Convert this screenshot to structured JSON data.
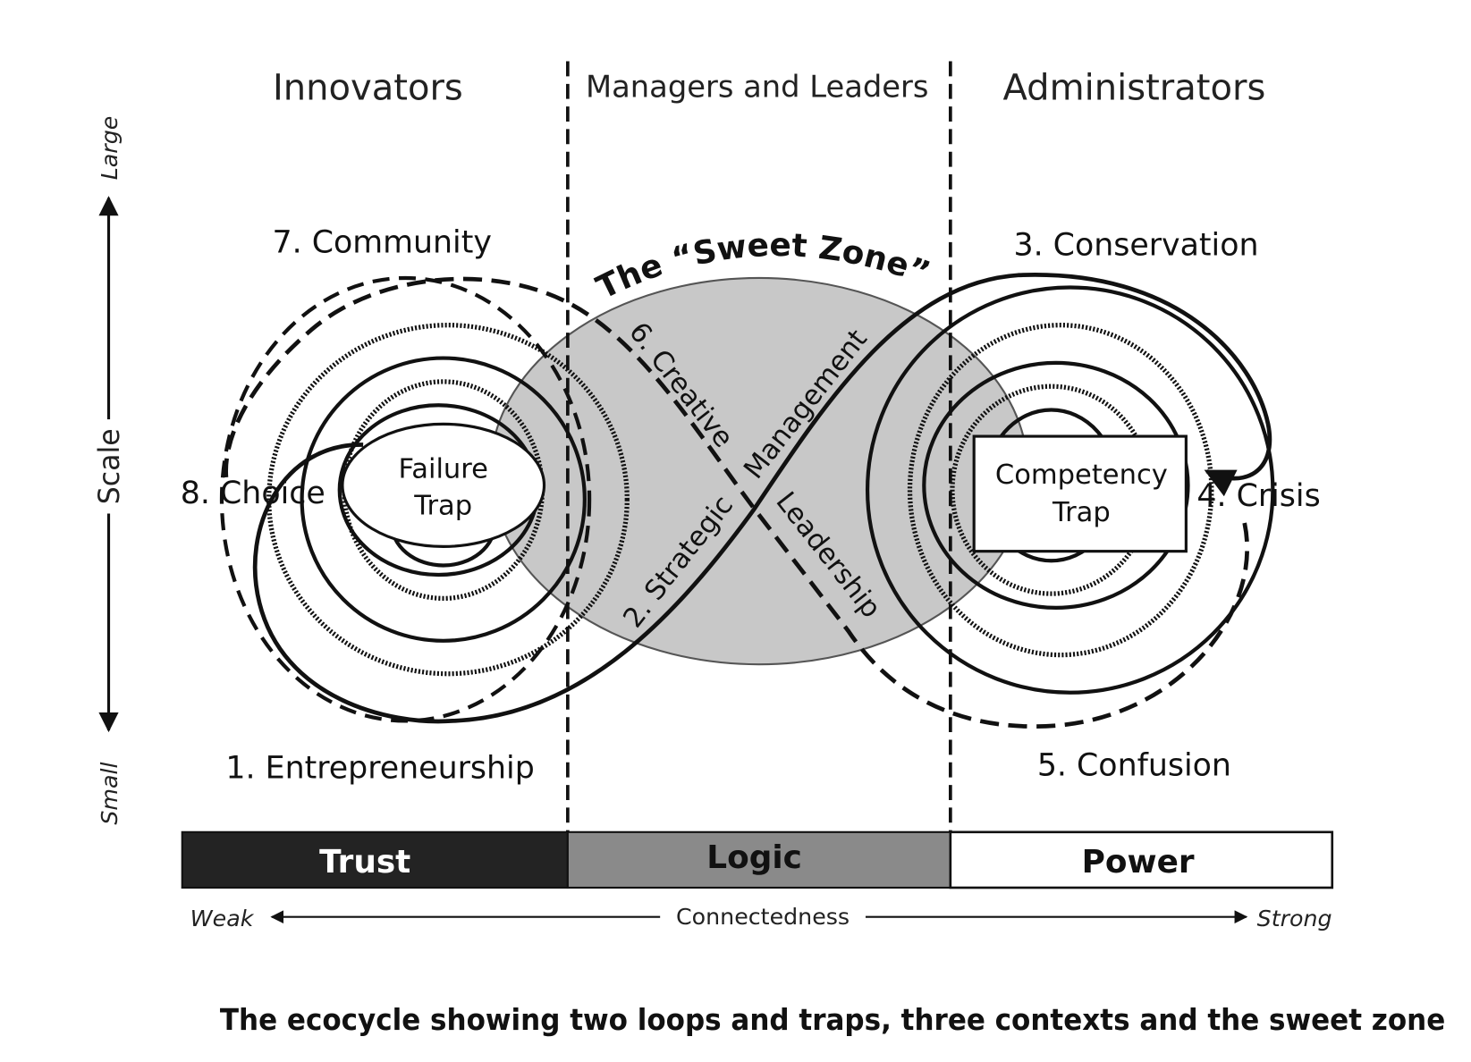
{
  "headers": {
    "left": "Innovators",
    "middle": "Managers and Leaders",
    "right": "Administrators"
  },
  "scale_axis": {
    "label": "Scale",
    "top": "Large",
    "bottom": "Small"
  },
  "stages": {
    "s1": "1. Entrepreneurship",
    "s2": "2. Strategic Management",
    "s3": "3. Conservation",
    "s4": "4. Crisis",
    "s5": "5. Confusion",
    "s6": "6. Creative Leadership",
    "s7": "7. Community",
    "s8": "8. Choice"
  },
  "crossing_labels": {
    "creative": "6. Creative",
    "leadership": "Leadership",
    "strategic": "2. Strategic",
    "management": "Management"
  },
  "sweet_zone": "The “Sweet Zone”",
  "traps": {
    "failure": [
      "Failure",
      "Trap"
    ],
    "competency": [
      "Competency",
      "Trap"
    ]
  },
  "bands": {
    "trust": "Trust",
    "logic": "Logic",
    "power": "Power"
  },
  "connectedness_axis": {
    "label": "Connectedness",
    "left": "Weak",
    "right": "Strong"
  },
  "caption": "The ecocycle showing two loops and traps, three contexts and the sweet zone",
  "colors": {
    "trust": "#232323",
    "logic": "#8a8a8a",
    "power": "#ffffff",
    "sweet_zone": "#c8c8c8"
  }
}
